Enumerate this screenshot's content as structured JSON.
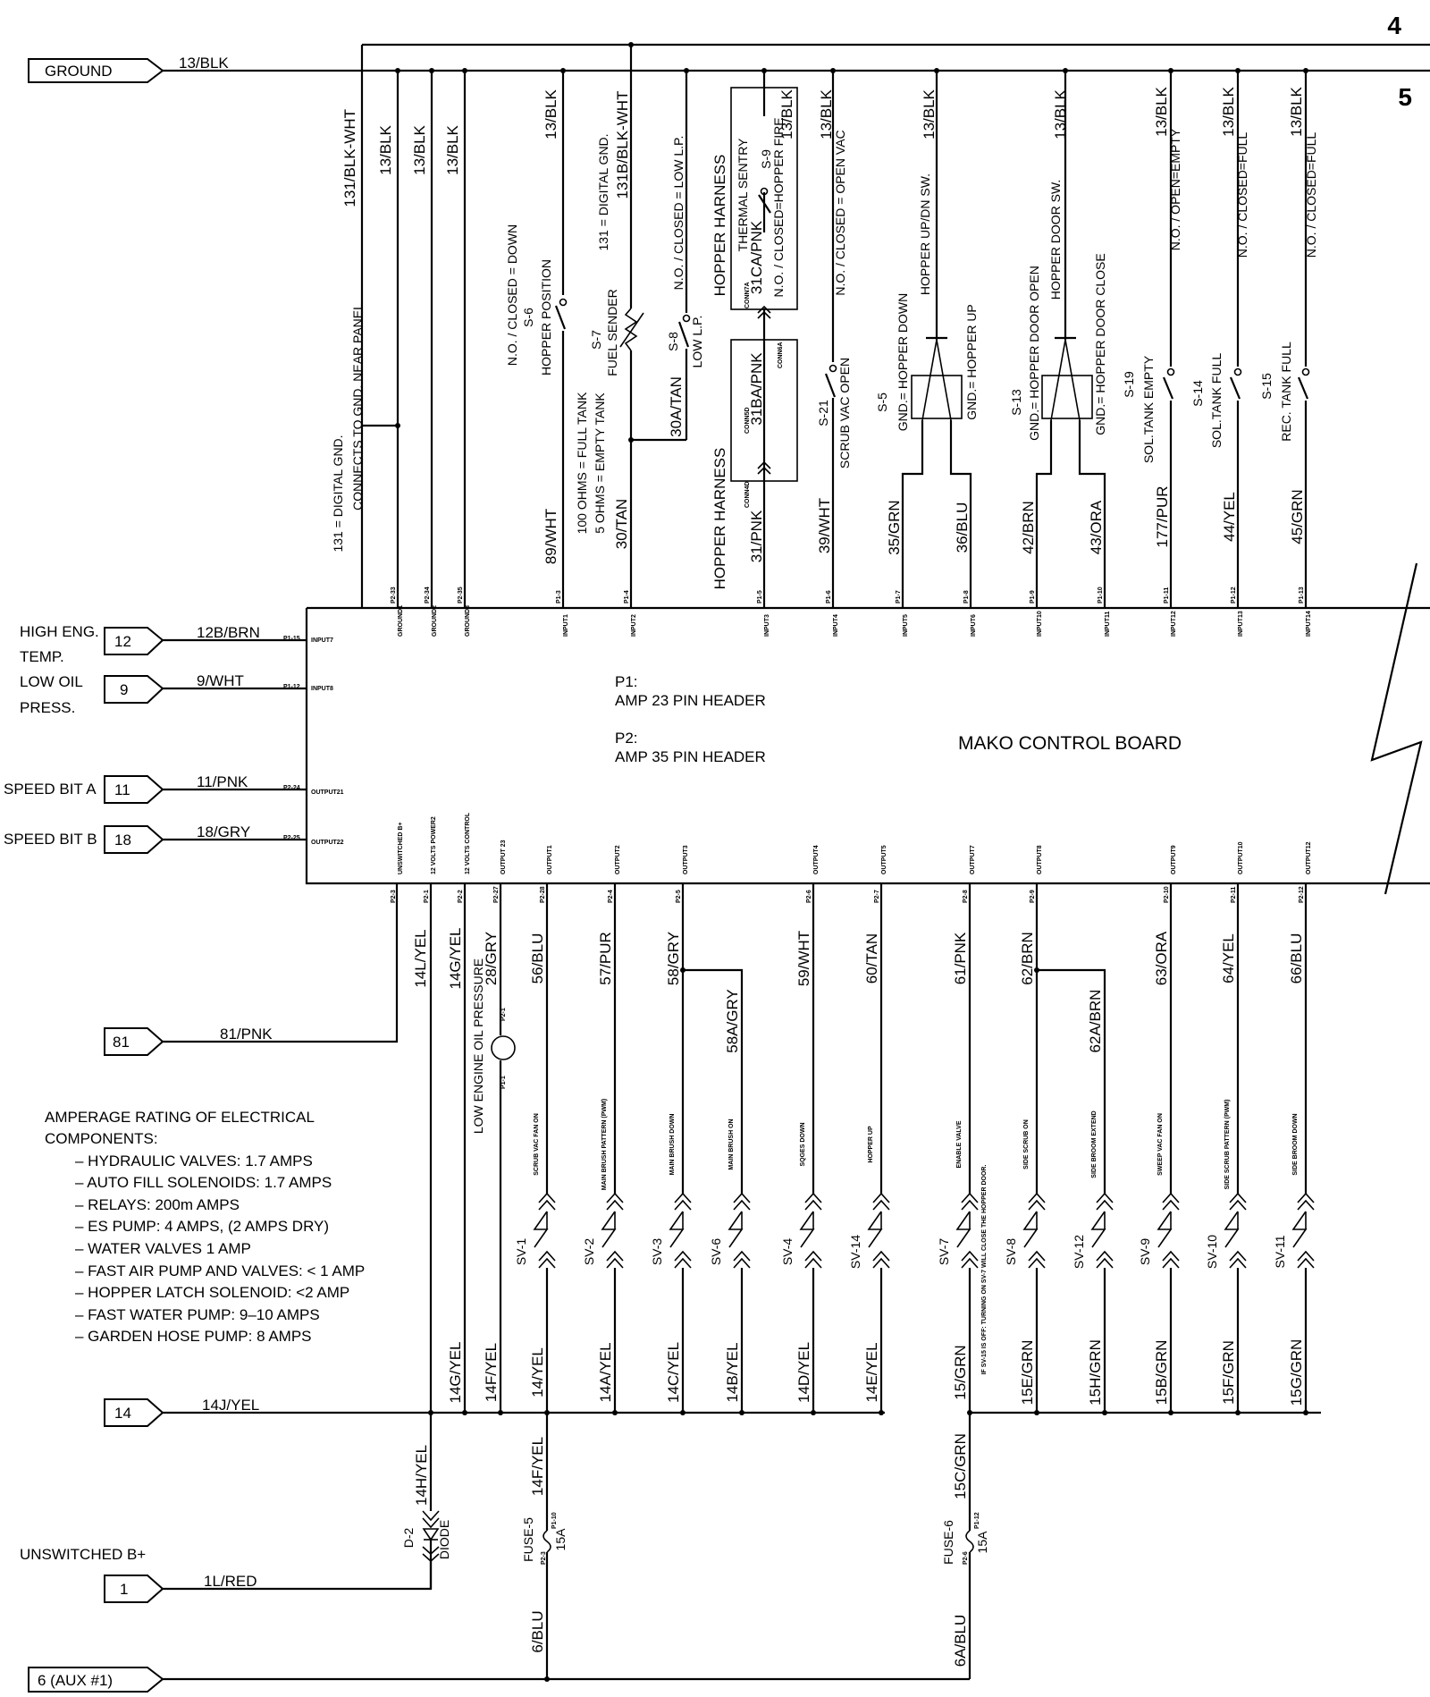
{
  "page_numbers": [
    "4",
    "5"
  ],
  "board": {
    "title": "MAKO CONTROL BOARD",
    "p1_label": "P1:",
    "p1_desc": "AMP 23 PIN HEADER",
    "p2_label": "P2:",
    "p2_desc": "AMP 35 PIN HEADER"
  },
  "left_connectors": [
    {
      "label": "GROUND",
      "wire": "13/BLK"
    },
    {
      "label": "HIGH ENG.",
      "label2": "TEMP.",
      "num": "12",
      "wire": "12B/BRN",
      "pin": "P1-15",
      "name": "INPUT7"
    },
    {
      "label": "LOW OIL",
      "label2": "PRESS.",
      "num": "9",
      "wire": "9/WHT",
      "pin": "P1-12",
      "name": "INPUT8"
    },
    {
      "label": "SPEED BIT A",
      "num": "11",
      "wire": "11/PNK",
      "pin": "P2-24",
      "name": "OUTPUT21"
    },
    {
      "label": "SPEED BIT B",
      "num": "18",
      "wire": "18/GRY",
      "pin": "P2-25",
      "name": "OUTPUT22"
    },
    {
      "num": "81",
      "wire": "81/PNK"
    },
    {
      "num": "14",
      "wire": "14J/YEL"
    },
    {
      "label": "UNSWITCHED B+",
      "num": "1",
      "wire": "1L/RED"
    },
    {
      "num": "6  (AUX #1)"
    }
  ],
  "top_columns": [
    {
      "pin": "P2-33",
      "name": "GROUND1",
      "upper": "13/BLK",
      "note1": "131 = DIGITAL GND.",
      "note2": "CONNECTS TO GND. NEAR PANEL",
      "extra": "131/BLK-WHT"
    },
    {
      "pin": "P2-34",
      "name": "GROUND2",
      "upper": "13/BLK"
    },
    {
      "pin": "P2-35",
      "name": "GROUND3",
      "upper": "13/BLK"
    },
    {
      "pin": "P1-3",
      "name": "INPUT1",
      "upper": "13/BLK",
      "lower": "89/WHT",
      "sw": "S-6",
      "desc": "HOPPER POSITION",
      "state": "N.O. / CLOSED = DOWN"
    },
    {
      "pin": "P1-4",
      "name": "INPUT2",
      "upper": "131B/BLK-WHT",
      "upper2": "131 = DIGITAL GND.",
      "lower": "30/TAN",
      "sw": "S-7",
      "desc": "FUEL SENDER",
      "r1": "100 OHMS = FULL TANK",
      "r2": "5 OHMS = EMPTY TANK",
      "branch": "30A/TAN",
      "sw2": "S-8",
      "desc2": "LOW L.P.",
      "state2": "N.O. / CLOSED = LOW L.P."
    },
    {
      "pin": "P1-5",
      "name": "INPUT3",
      "upper": "13/BLK",
      "lower": "31/PNK",
      "harness": "HOPPER HARNESS",
      "mid": "31BA/PNK",
      "mid2": "31CA/PNK",
      "sw": "S-9",
      "desc": "THERMAL SENTRY",
      "state": "N.O. / CLOSED=HOPPER FIRE",
      "c1": "CONN4D",
      "c2": "CONN5D",
      "c3": "CONN6A",
      "c4": "CONN7A"
    },
    {
      "pin": "P1-6",
      "name": "INPUT4",
      "upper": "13/BLK",
      "lower": "39/WHT",
      "sw": "S-21",
      "desc": "SCRUB VAC OPEN",
      "state": "N.O. / CLOSED = OPEN VAC"
    },
    {
      "pin": "P1-7",
      "name": "INPUT5",
      "lower": "35/GRN",
      "sw": "S-5",
      "g1": "GND.= HOPPER DOWN",
      "g2": "GND.= HOPPER UP",
      "top": "13/BLK",
      "topdesc": "HOPPER UP/DN SW."
    },
    {
      "pin": "P1-8",
      "name": "INPUT6",
      "lower": "36/BLU"
    },
    {
      "pin": "P1-9",
      "name": "INPUT10",
      "lower": "42/BRN",
      "sw": "S-13",
      "g1": "GND.= HOPPER DOOR OPEN",
      "g2": "GND.= HOPPER DOOR CLOSE",
      "top": "13/BLK",
      "topdesc": "HOPPER DOOR SW."
    },
    {
      "pin": "P1-10",
      "name": "INPUT11",
      "lower": "43/ORA"
    },
    {
      "pin": "P1-11",
      "name": "INPUT12",
      "upper": "13/BLK",
      "lower": "177/PUR",
      "sw": "S-19",
      "desc": "SOL.TANK EMPTY",
      "state": "N.O. / OPEN=EMPTY"
    },
    {
      "pin": "P1-12",
      "name": "INPUT13",
      "upper": "13/BLK",
      "lower": "44/YEL",
      "sw": "S-14",
      "desc": "SOL.TANK FULL",
      "state": "N.O. / CLOSED=FULL"
    },
    {
      "pin": "P1-13",
      "name": "INPUT14",
      "upper": "13/BLK",
      "lower": "45/GRN",
      "sw": "S-15",
      "desc": "REC. TANK FULL",
      "state": "N.O. / CLOSED=FULL"
    }
  ],
  "bottom_power": [
    {
      "pin": "P2-3",
      "name": "UNSWITCHED B+"
    },
    {
      "pin": "P2-1",
      "name": "12 VOLTS POWER2",
      "wire": "14L/YEL"
    },
    {
      "pin": "P2-2",
      "name": "12 VOLTS CONTROL",
      "wire": "14G/YEL",
      "wire2": "14G/YEL"
    },
    {
      "pin": "P2-27",
      "name": "OUTPUT 23",
      "wire": "28/GRY",
      "desc": "LOW ENGINE OIL PRESSURE",
      "wire2": "14F/YEL",
      "p1": "P1-1",
      "p2": "P2-1"
    }
  ],
  "bottom_outputs": [
    {
      "pin": "P2-28",
      "name": "OUTPUT1",
      "upper": "56/BLU",
      "desc": "SCRUB VAC FAN ON",
      "sv": "SV-1",
      "lower": "14/YEL"
    },
    {
      "pin": "P2-4",
      "name": "OUTPUT2",
      "upper": "57/PUR",
      "desc": "MAIN BRUSH PATTERN (PWM)",
      "sv": "SV-2",
      "lower": "14A/YEL"
    },
    {
      "pin": "P2-5",
      "name": "OUTPUT3",
      "upper": "58/GRY",
      "desc": "MAIN BRUSH DOWN",
      "sv": "SV-3",
      "lower": "14C/YEL"
    },
    {
      "upper": "58A/GRY",
      "desc": "MAIN BRUSH ON",
      "sv": "SV-6",
      "lower": "14B/YEL"
    },
    {
      "pin": "P2-6",
      "name": "OUTPUT4",
      "upper": "59/WHT",
      "desc": "SQGES DOWN",
      "sv": "SV-4",
      "lower": "14D/YEL"
    },
    {
      "pin": "P2-7",
      "name": "OUTPUT5",
      "upper": "60/TAN",
      "desc": "HOPPER UP",
      "sv": "SV-14",
      "lower": "14E/YEL"
    },
    {
      "pin": "P2-8",
      "name": "OUTPUT7",
      "upper": "61/PNK",
      "desc": "ENABLE VALVE",
      "sv": "SV-7",
      "lower": "15/GRN",
      "note": "IF SV-15 IS OFF: TURNING ON SV-7 WILL CLOSE THE HOPPER DOOR."
    },
    {
      "pin": "P2-9",
      "name": "OUTPUT8",
      "upper": "62/BRN",
      "desc": "SIDE SCRUB ON",
      "sv": "SV-8",
      "lower": "15E/GRN"
    },
    {
      "upper": "62A/BRN",
      "desc": "SIDE BROOM EXTEND",
      "sv": "SV-12",
      "lower": "15H/GRN"
    },
    {
      "pin": "P2-10",
      "name": "OUTPUT9",
      "upper": "63/ORA",
      "desc": "SWEEP VAC FAN ON",
      "sv": "SV-9",
      "lower": "15B/GRN"
    },
    {
      "pin": "P2-11",
      "name": "OUTPUT10",
      "upper": "64/YEL",
      "desc": "SIDE SCRUB PATTERN (PWM)",
      "sv": "SV-10",
      "lower": "15F/GRN"
    },
    {
      "pin": "P2-12",
      "name": "OUTPUT12",
      "upper": "66/BLU",
      "desc": "SIDE BROOM DOWN",
      "sv": "SV-11",
      "lower": "15G/GRN"
    }
  ],
  "lower_wires": {
    "w14h": "14H/YEL",
    "diode": "D-2",
    "diode_desc": "DIODE",
    "w14f": "14F/YEL",
    "fuse5": "FUSE-5",
    "fuse5_rating": "15A",
    "fuse5_pin": "P1-10",
    "fuse5_pin2": "P2-3",
    "w15c": "15C/GRN",
    "fuse6": "FUSE-6",
    "fuse6_rating": "15A",
    "fuse6_pin": "P1-12",
    "fuse6_pin2": "P2-6",
    "w6": "6/BLU",
    "w6a": "6A/BLU"
  },
  "amperage": {
    "title1": "AMPERAGE RATING OF ELECTRICAL",
    "title2": "COMPONENTS:",
    "items": [
      "–  HYDRAULIC VALVES: 1.7 AMPS",
      "–  AUTO FILL SOLENOIDS: 1.7 AMPS",
      "–  RELAYS: 200m AMPS",
      "–  ES PUMP: 4 AMPS, (2 AMPS DRY)",
      "–  WATER VALVES 1 AMP",
      "–  FAST AIR PUMP AND VALVES: < 1 AMP",
      "–  HOPPER LATCH SOLENOID: <2 AMP",
      "–  FAST WATER PUMP: 9–10 AMPS",
      "–  GARDEN HOSE PUMP: 8 AMPS"
    ]
  }
}
